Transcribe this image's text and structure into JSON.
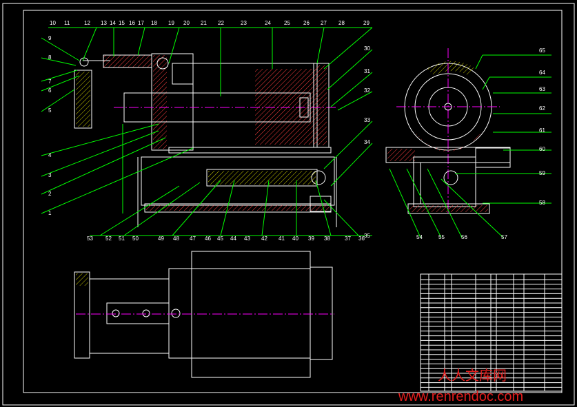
{
  "drawing": {
    "background": "#000000",
    "line_colors": {
      "outline": "#ffffff",
      "leader": "#00ff00",
      "hidden": "#ffff00",
      "section": "#ff4040",
      "center": "#ff00ff"
    },
    "callouts_top": [
      "10",
      "11",
      "12",
      "13",
      "14",
      "15",
      "16",
      "17",
      "18",
      "19",
      "20",
      "21",
      "22",
      "23",
      "24",
      "25",
      "26",
      "27",
      "28",
      "29"
    ],
    "callouts_left": [
      "9",
      "8",
      "7",
      "6",
      "5",
      "4",
      "3",
      "2",
      "1"
    ],
    "callouts_right": [
      "30",
      "31",
      "32",
      "33",
      "34"
    ],
    "callouts_bottom": [
      "53",
      "52",
      "51",
      "50",
      "49",
      "48",
      "47",
      "46",
      "45",
      "44",
      "43",
      "42",
      "41",
      "40",
      "39",
      "38",
      "37",
      "36",
      "35"
    ],
    "callouts_side_right": [
      "65",
      "64",
      "63",
      "62",
      "61",
      "60",
      "59",
      "58"
    ],
    "callouts_side_bottom": [
      "54",
      "55",
      "56",
      "57"
    ]
  },
  "watermark": {
    "cn_text": "人人文库网",
    "url_text": "www.renrendoc.com"
  }
}
